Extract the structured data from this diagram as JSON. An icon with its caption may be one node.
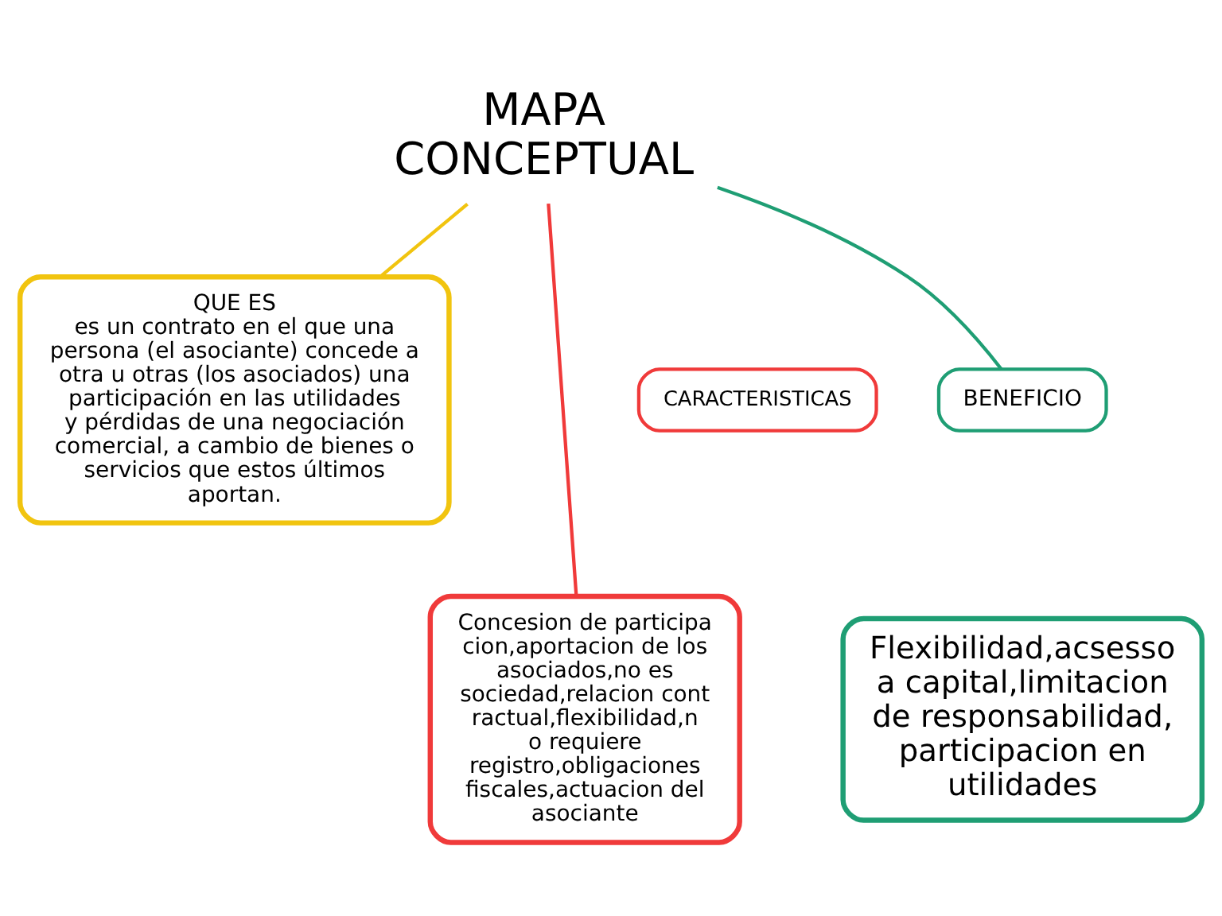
{
  "diagram": {
    "nodes": [
      {
        "text": [
          "QUE ES",
          "es un contrato en el que una persona (el asociante) concede a otra u otras (los asociados) una participación en las utilidades y pérdidas de una negociación comercial, a cambio de bienes o servicios que estos últimos aportan."
        ]
      },
      {
        "text": [
          "MAPA CONCEPTUAL"
        ]
      },
      {
        "text": [
          "CARACTERISTICAS"
        ]
      },
      {
        "text": [
          "Concesion de participacion,aportacion de los asociados,no es sociedad,relacion contractual,flexibilidad,no requiere registro,obligaciones fiscales,actuacion del asociante"
        ]
      },
      {
        "text": [
          "BENEFICIO"
        ]
      },
      {
        "text": [
          "Flexibilidad,acsesso a capital,limitacion de responsabilidad, participacion en utilidades"
        ]
      }
    ],
    "edges": [
      {
        "from": 1,
        "to": 0,
        "arrow": "none",
        "color": "#f1c40f"
      },
      {
        "from": 1,
        "to": 4,
        "arrow": "none",
        "color": "#1f9e74"
      },
      {
        "from": 1,
        "to": 3,
        "arrow": "none",
        "color": "#f03a3a"
      }
    ]
  }
}
